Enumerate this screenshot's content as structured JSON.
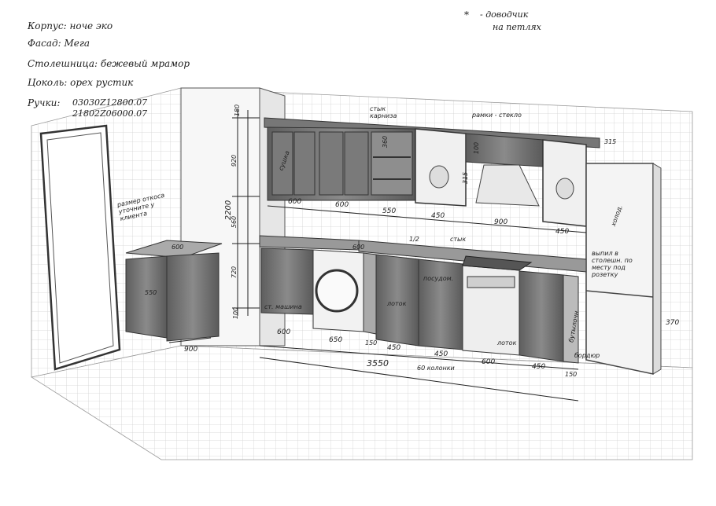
{
  "notes": {
    "body": "Корпус: ноче эко",
    "facade": "Фасад: Мега",
    "countertop": "Столешница: бежевый мрамор",
    "plinth": "Цоколь: орех рустик",
    "handles_label": "Ручки:",
    "handles_code1": "03030Z12800.07",
    "handles_code2": "21802Z06000.07",
    "closers_mark": "*",
    "closers_line1": "- доводчик",
    "closers_line2": "на петлях"
  },
  "annotations": {
    "cornice_joint": "стык карниза",
    "glass_frames": "рамки - стекло",
    "dryer": "сушка",
    "joint": "стык",
    "outlet": "выпил в столешн. по месту под розетку",
    "fridge": "холод.",
    "dishwasher": "посудом.",
    "cutlery": "лоток",
    "bottle_rack": "бутылочн.",
    "washer": "ст. машина",
    "sleeper": "лоток",
    "bottom_rail": "бордюр",
    "measure_note": "размер откоса уточните у клиента",
    "base_label": "60 колонки",
    "plinth_label": "1/2"
  },
  "dimensions": {
    "total_height": "2200",
    "upper_height": "920",
    "gap_height": "560",
    "counter_height": "720",
    "plinth_height": "100",
    "top_offset": "180",
    "w600a": "600",
    "w600b": "600",
    "w550": "550",
    "w450a": "450",
    "w900": "900",
    "w450b": "450",
    "w315a": "315",
    "w315b": "315",
    "w360": "360",
    "w100": "100",
    "b600": "600",
    "b650": "650",
    "b150a": "150",
    "b450a": "450",
    "b450b": "450",
    "b600c": "600",
    "b450c": "450",
    "b150b": "150",
    "total_width": "3550",
    "island_depth": "600",
    "island_side": "550",
    "island_width": "900",
    "fridge_gap": "370",
    "counter_600": "600"
  },
  "colors": {
    "ink": "#222222",
    "wood": "#6f6f6f",
    "wood_dark": "#4a4a4a",
    "tile": "#cfcfcf"
  }
}
